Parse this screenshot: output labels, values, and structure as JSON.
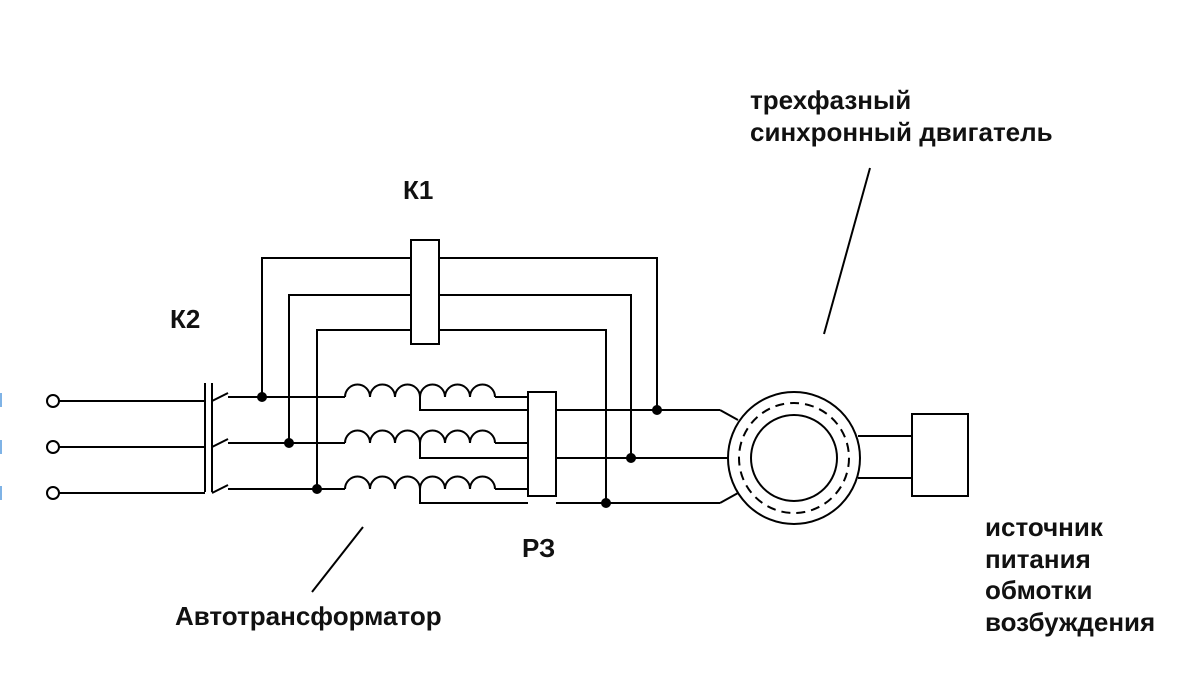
{
  "labels": {
    "k1": "К1",
    "k2": "К2",
    "rz": "РЗ",
    "autotransformer": "Автотрансформатор",
    "motor_line1": "трехфазный",
    "motor_line2": "синхронный двигатель",
    "source_line1": "источник",
    "source_line2": "питания",
    "source_line3": "обмотки",
    "source_line4": "возбуждения"
  },
  "colors": {
    "line": "#000000",
    "text": "#111111",
    "edge_mark": "#7fb3e6"
  }
}
